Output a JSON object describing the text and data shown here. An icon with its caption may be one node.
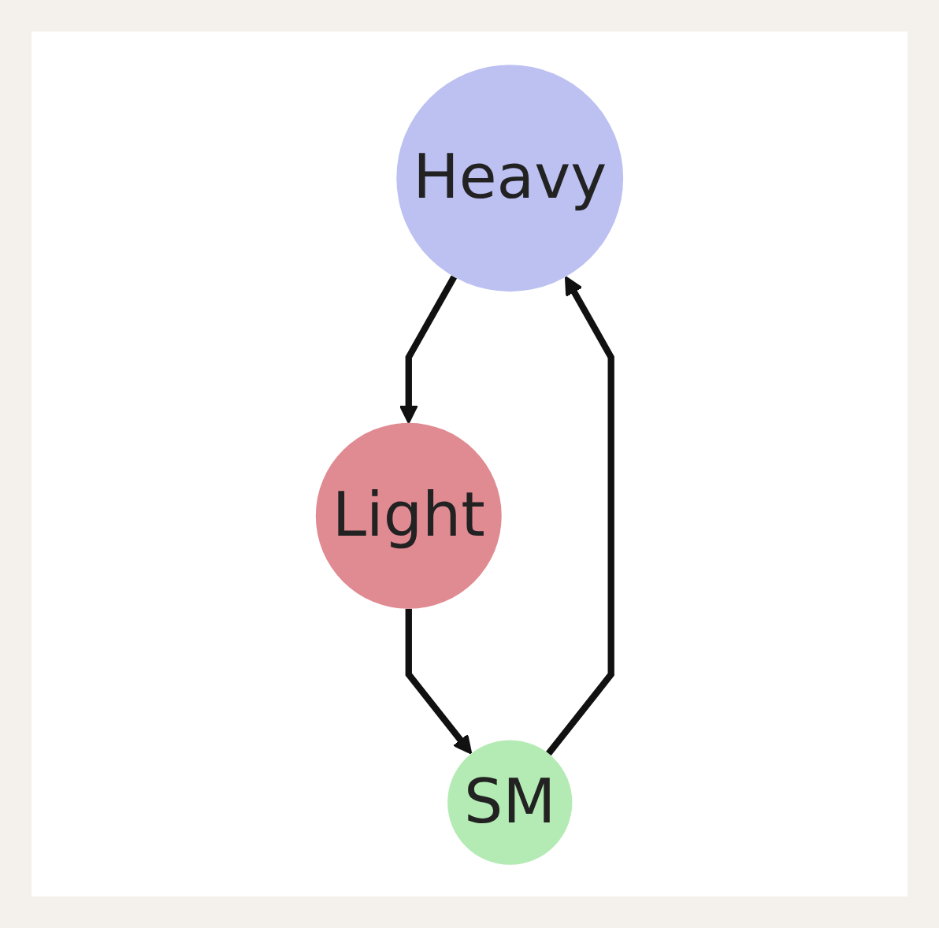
{
  "diagram": {
    "nodes": [
      {
        "text": [
          "Heavy"
        ]
      },
      {
        "text": [
          "SM"
        ]
      },
      {
        "text": [
          "Light"
        ]
      }
    ],
    "edges": [
      {
        "from": 1,
        "to": 0,
        "arrow": "to"
      },
      {
        "from": 0,
        "to": 2,
        "arrow": "to"
      },
      {
        "from": 2,
        "to": 1,
        "arrow": "to"
      }
    ]
  }
}
